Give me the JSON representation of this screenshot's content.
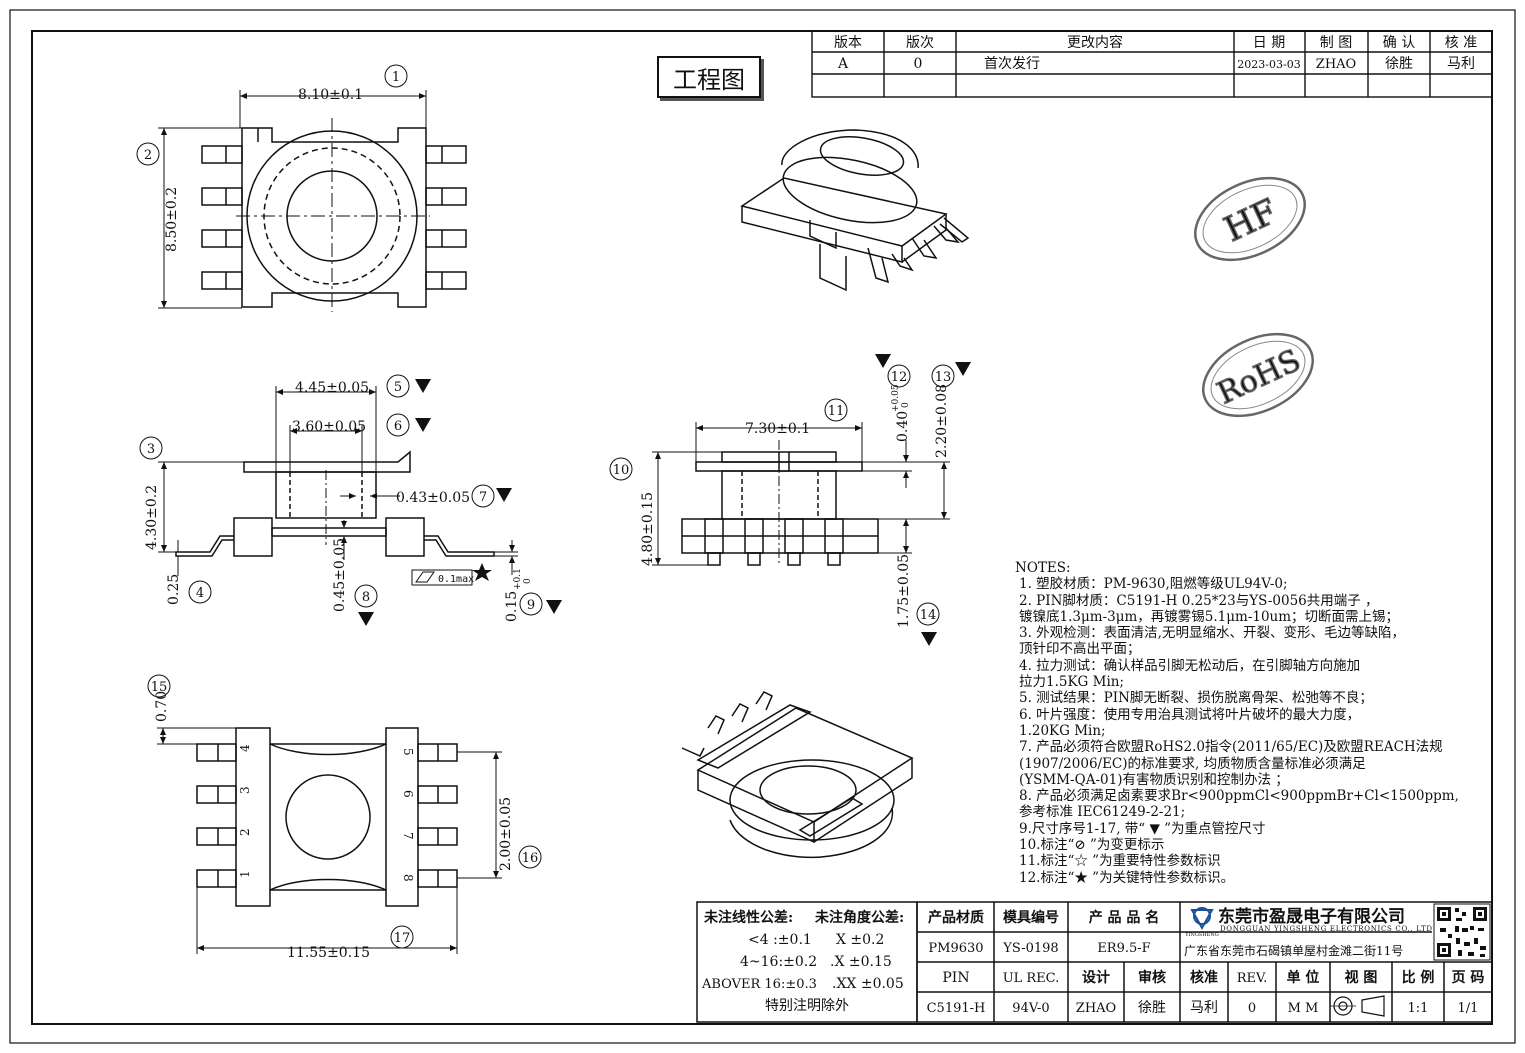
{
  "drawing_title": "工程图",
  "revision_table": {
    "headers": [
      "版本",
      "版次",
      "更改内容",
      "日 期",
      "制 图",
      "确 认",
      "核 准"
    ],
    "row": [
      "A",
      "0",
      "首次发行",
      "2023-03-03",
      "ZHAO",
      "徐胜",
      "马利"
    ]
  },
  "stamps": [
    "HF",
    "RoHS"
  ],
  "dimensions": {
    "d1": "8.10±0.1",
    "d2": "8.50±0.2",
    "d5": "4.45±0.05",
    "d6": "3.60±0.05",
    "d3": "4.30±0.2",
    "d7": "0.43±0.05",
    "d8": "0.45±0.05",
    "d4": "0.25",
    "flatness": "0.1max",
    "d9_base": "0.15",
    "d9_tol_upper": "+0.1",
    "d9_tol_lower": "0",
    "d11": "7.30±0.1",
    "d10": "4.80±0.15",
    "d12_base": "0.40",
    "d12_tol_upper": "+0.05",
    "d12_tol_lower": "0",
    "d13": "2.20±0.08",
    "d14": "1.75±0.05",
    "d15": "0.70",
    "d16": "2.00±0.05",
    "d17": "11.55±0.15"
  },
  "balloons": [
    "1",
    "2",
    "3",
    "4",
    "5",
    "6",
    "7",
    "8",
    "9",
    "10",
    "11",
    "12",
    "13",
    "14",
    "15",
    "16",
    "17"
  ],
  "pin_numbers": [
    "1",
    "2",
    "3",
    "4",
    "5",
    "6",
    "7",
    "8"
  ],
  "notes": {
    "heading": "NOTES:",
    "lines": [
      "1. 塑胶材质：PM-9630,阻燃等级UL94V-0;",
      "2. PIN脚材质：C5191-H 0.25*23与YS-0056共用端子 ，",
      "   镀镍底1.3μm-3μm，再镀雾锡5.1μm-10um；切断面需上锡；",
      "3. 外观检测：表面清洁,无明显缩水、开裂、变形、毛边等缺陷，",
      "   顶针印不高出平面；",
      "4. 拉力测试：确认样品引脚无松动后，在引脚轴方向施加",
      "   拉力1.5KG Min;",
      "5. 测试结果：PIN脚无断裂、损伤脱离骨架、松弛等不良；",
      "6. 叶片强度：使用专用治具测试将叶片破坏的最大力度，",
      "   1.20KG Min;",
      "7. 产品必须符合欧盟RoHS2.0指令(2011/65/EC)及欧盟REACH法规",
      "   (1907/2006/EC)的标准要求, 均质物质含量标准必须满足",
      "   (YSMM-QA-01)有害物质识别和控制办法 ；",
      "8. 产品必须满足卤素要求Br<900ppmCl<900ppmBr+Cl<1500ppm,",
      "   参考标准 IEC61249-2-21;",
      "9.尺寸序号1-17, 带“ ▼ ”为重点管控尺寸",
      "10.标注“⊘ ”为变更标示",
      "11.标注“☆ ”为重要特性参数标识",
      "12.标注“★ ”为关键特性参数标识。"
    ]
  },
  "tolerance_box": {
    "heading_linear": "未注线性公差:",
    "heading_angle": "未注角度公差:",
    "rows": [
      [
        "<4 :±0.1",
        "X ±0.2"
      ],
      [
        "4~16:±0.2",
        ".X ±0.15"
      ],
      [
        "ABOVER 16:±0.3",
        ".XX ±0.05"
      ]
    ],
    "footer": "特别注明除外"
  },
  "title_block": {
    "row1_labels": [
      "产品材质",
      "模具编号",
      "产 品 品 名"
    ],
    "row2_values": [
      "PM9630",
      "YS-0198",
      "ER9.5-F"
    ],
    "row3_labels": [
      "PIN",
      "UL REC.",
      "设计",
      "审核",
      "核准",
      "REV.",
      "单 位",
      "视 图",
      "比 例",
      "页 码"
    ],
    "row4_values": [
      "C5191-H",
      "94V-0",
      "ZHAO",
      "徐胜",
      "马利",
      "0",
      "M M",
      "",
      "1:1",
      "1/1"
    ],
    "company_cn": "东莞市盈晟电子有限公司",
    "company_en": "DONGGUAN YINGSHENG ELECTRONICS CO., LTD",
    "logo_text": "YINGSHENG",
    "address": "广东省东莞市石碣镇单屋村金滩二街11号"
  }
}
